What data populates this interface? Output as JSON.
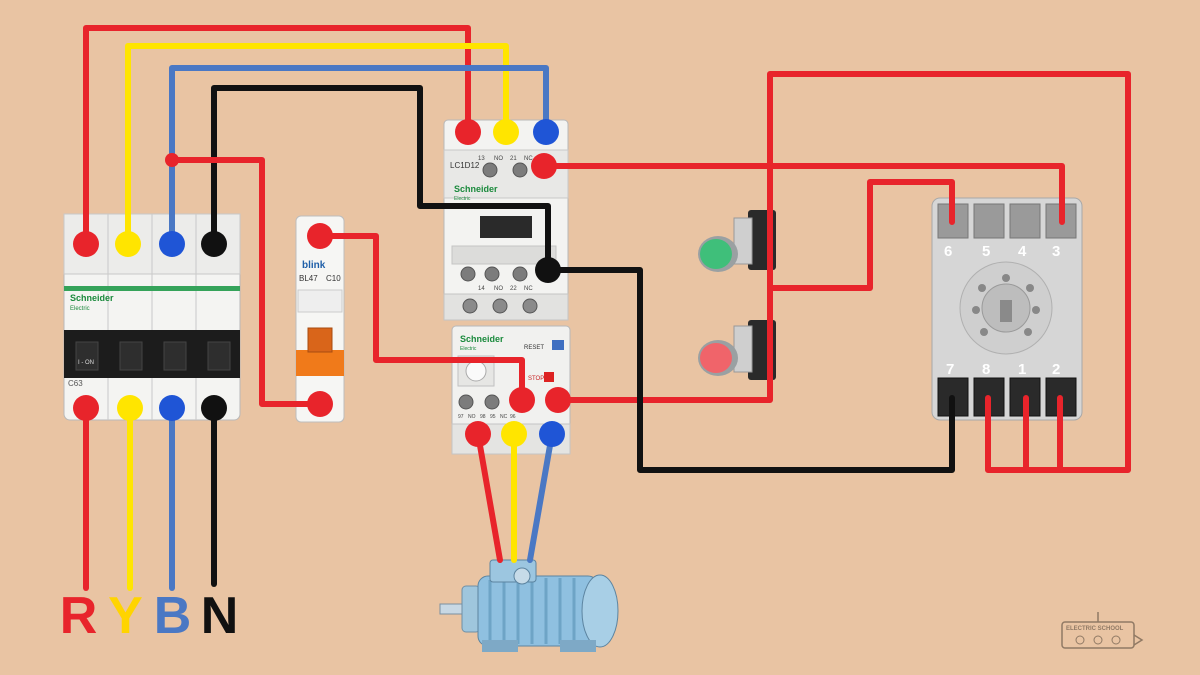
{
  "colors": {
    "background": "#e9c4a3",
    "red": "#e8242b",
    "yellow": "#ffe500",
    "blue": "#4a78c4",
    "black": "#111111"
  },
  "phase_labels": [
    {
      "text": "R",
      "color": "#e8242b"
    },
    {
      "text": "Y",
      "color": "#ffd400"
    },
    {
      "text": "B",
      "color": "#4a78c4"
    },
    {
      "text": "N",
      "color": "#111111"
    }
  ],
  "mcb": {
    "brand": "Schneider",
    "sub": "Electric",
    "rating": "C63",
    "on_label": "I - ON"
  },
  "single_mcb": {
    "brand": "blink",
    "model": "BL47",
    "rating": "C10"
  },
  "contactor": {
    "model": "LC1D12",
    "brand": "Schneider",
    "sub": "Electric",
    "top_terminals": [
      "13",
      "NO",
      "21",
      "NC"
    ],
    "bottom_terminals": [
      "14",
      "NO",
      "22",
      "NC"
    ]
  },
  "overload_relay": {
    "brand": "Schneider",
    "sub": "Electric",
    "reset_label": "RESET",
    "stop_label": "STOP",
    "terminals": [
      "97",
      "NO",
      "98",
      "95",
      "NC",
      "96"
    ]
  },
  "timer_base": {
    "top_pins": [
      "6",
      "5",
      "4",
      "3"
    ],
    "bottom_pins": [
      "7",
      "8",
      "1",
      "2"
    ]
  },
  "watermark": {
    "text": "ELECTRIC SCHOOL"
  }
}
